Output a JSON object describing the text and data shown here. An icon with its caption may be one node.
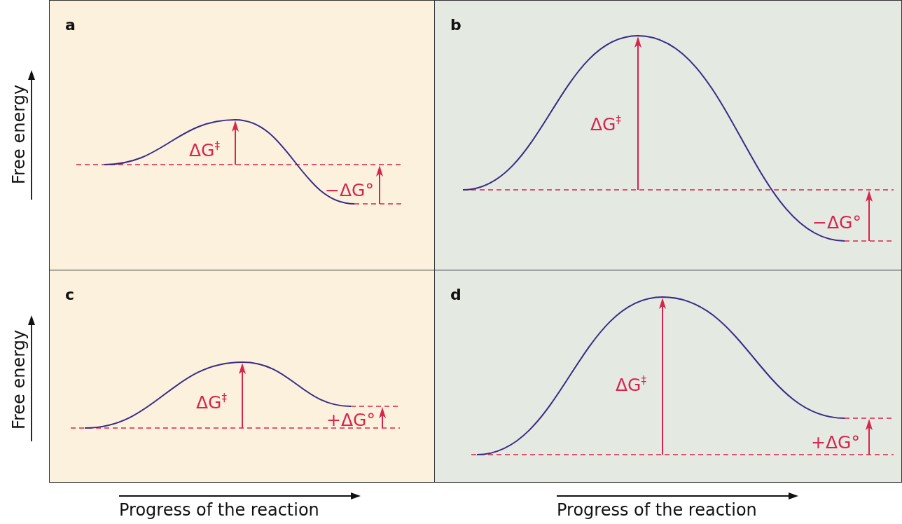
{
  "diagram": {
    "nodes": [
      {
        "text": [
          "a"
        ]
      },
      {
        "text": [
          "b"
        ]
      },
      {
        "text": [
          "c"
        ]
      },
      {
        "text": [
          "d"
        ]
      }
    ],
    "labels": [
      "Free energy",
      "ΔG$^{‡}$",
      "−ΔG°",
      "ΔG$^{‡}$",
      "−ΔG°",
      "Free energy",
      "ΔG$^{‡}$",
      "+ΔG°",
      "ΔG$^{‡}$",
      "+ΔG°",
      "Progress of the reaction",
      "Progress of the reaction"
    ]
  }
}
